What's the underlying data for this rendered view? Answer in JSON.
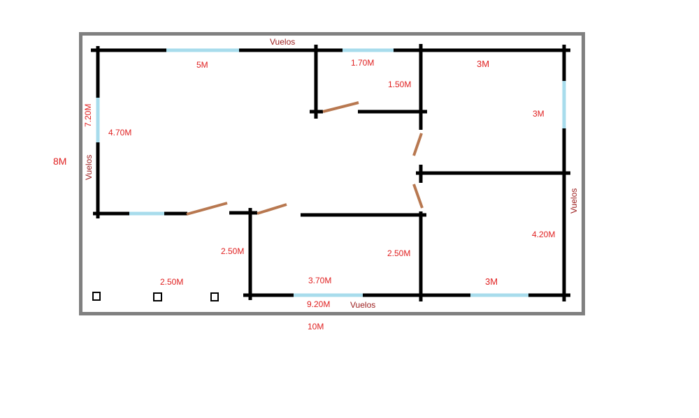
{
  "colors": {
    "wall": "#000000",
    "window": "#a8dcec",
    "door": "#b87850",
    "label_red": "#e02020",
    "label_dark_red": "#9b1b1b",
    "border": "#808080"
  },
  "labels": {
    "vuelos_top": "Vuelos",
    "vuelos_left": "Vuelos",
    "vuelos_right": "Vuelos",
    "vuelos_bottom": "Vuelos",
    "total_height": "8M",
    "total_width": "10M",
    "left_height": "7.20M",
    "top_5m": "5M",
    "room_4_70": "4.70M",
    "top_1_70": "1.70M",
    "bath_1_50": "1.50M",
    "top_right_3m": "3M",
    "right_room_3m": "3M",
    "right_4_20": "4.20M",
    "porch_2_50_left": "2.50M",
    "center_2_50": "2.50M",
    "porch_2_50_bottom": "2.50M",
    "bottom_3_70": "3.70M",
    "bottom_9_20": "9.20M",
    "bottom_right_3m": "3M"
  }
}
